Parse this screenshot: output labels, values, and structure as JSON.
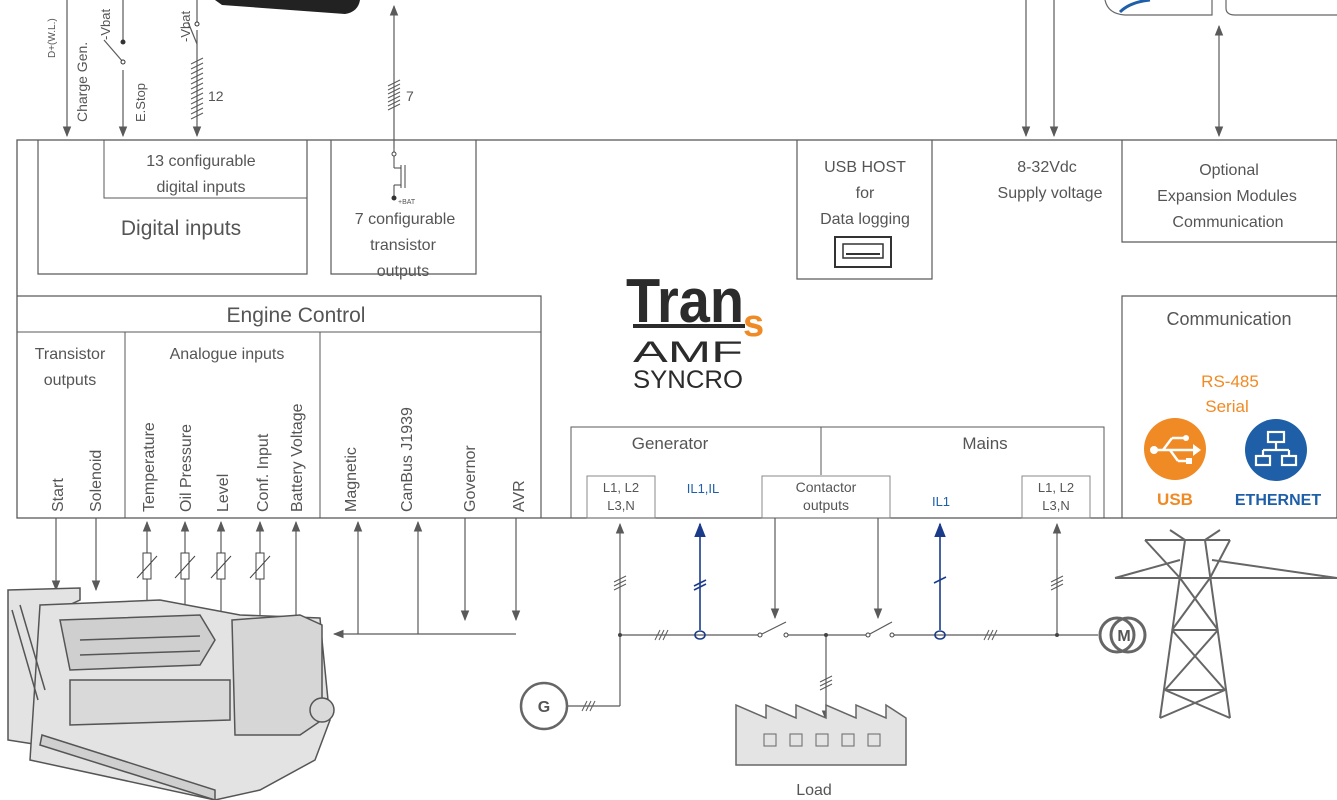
{
  "top_inputs": {
    "charge_gen": "Charge Gen.",
    "wl": "D+(W.L.)",
    "minus_vbat_1": "-Vbat",
    "estop": "E.Stop",
    "minus_vbat_2": "-Vbat",
    "count_12": "12",
    "count_7": "7"
  },
  "digital_inputs": {
    "sub_line1": "13 configurable",
    "sub_line2": "digital inputs",
    "title": "Digital inputs"
  },
  "transistor_outputs_top": {
    "bat": "+BAT",
    "line1": "7  configurable",
    "line2": "transistor",
    "line3": "outputs"
  },
  "usb_host": {
    "line1": "USB HOST",
    "line2": "for",
    "line3": "Data logging"
  },
  "supply": {
    "line1": "8-32Vdc",
    "line2": "Supply voltage"
  },
  "expansion": {
    "line1": "Optional",
    "line2": "Expansion Modules",
    "line3": "Communication"
  },
  "logo": {
    "tran": "Tran",
    "s": "s",
    "amf": "AMF",
    "syncro": "SYNCRO"
  },
  "engine_control": {
    "title": "Engine Control",
    "transistor_line1": "Transistor",
    "transistor_line2": "outputs",
    "analogue": "Analogue inputs",
    "items": [
      "Start",
      "Solenoid",
      "Temperature",
      "Oil Pressure",
      "Level",
      "Conf. Input",
      "Battery Voltage",
      "Magnetic",
      "CanBus J1939",
      "Governor",
      "AVR"
    ]
  },
  "communication": {
    "title": "Communication",
    "rs485_line1": "RS-485",
    "rs485_line2": "Serial",
    "usb": "USB",
    "ethernet": "ETHERNET"
  },
  "power": {
    "generator": "Generator",
    "mains": "Mains",
    "gen_phase_line1": "L1, L2",
    "gen_phase_line2": "L3,N",
    "gen_current": "IL1,IL",
    "contactor_line1": "Contactor",
    "contactor_line2": "outputs",
    "mains_current": "IL1",
    "mains_phase_line1": "L1, L2",
    "mains_phase_line2": "L3,N",
    "gen_symbol": "G",
    "motor_symbol": "M",
    "load": "Load"
  },
  "colors": {
    "line": "#5a5a5a",
    "text": "#555555",
    "orange": "#f08a24",
    "blue": "#1f5fa8",
    "navy": "#1a3a8a"
  }
}
